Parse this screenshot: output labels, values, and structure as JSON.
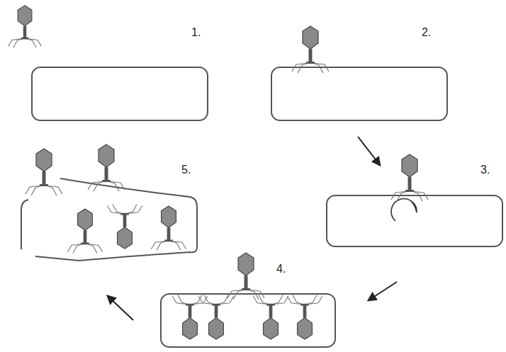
{
  "diagram": {
    "labels": [
      "1.",
      "2.",
      "3.",
      "4.",
      "5."
    ]
  }
}
